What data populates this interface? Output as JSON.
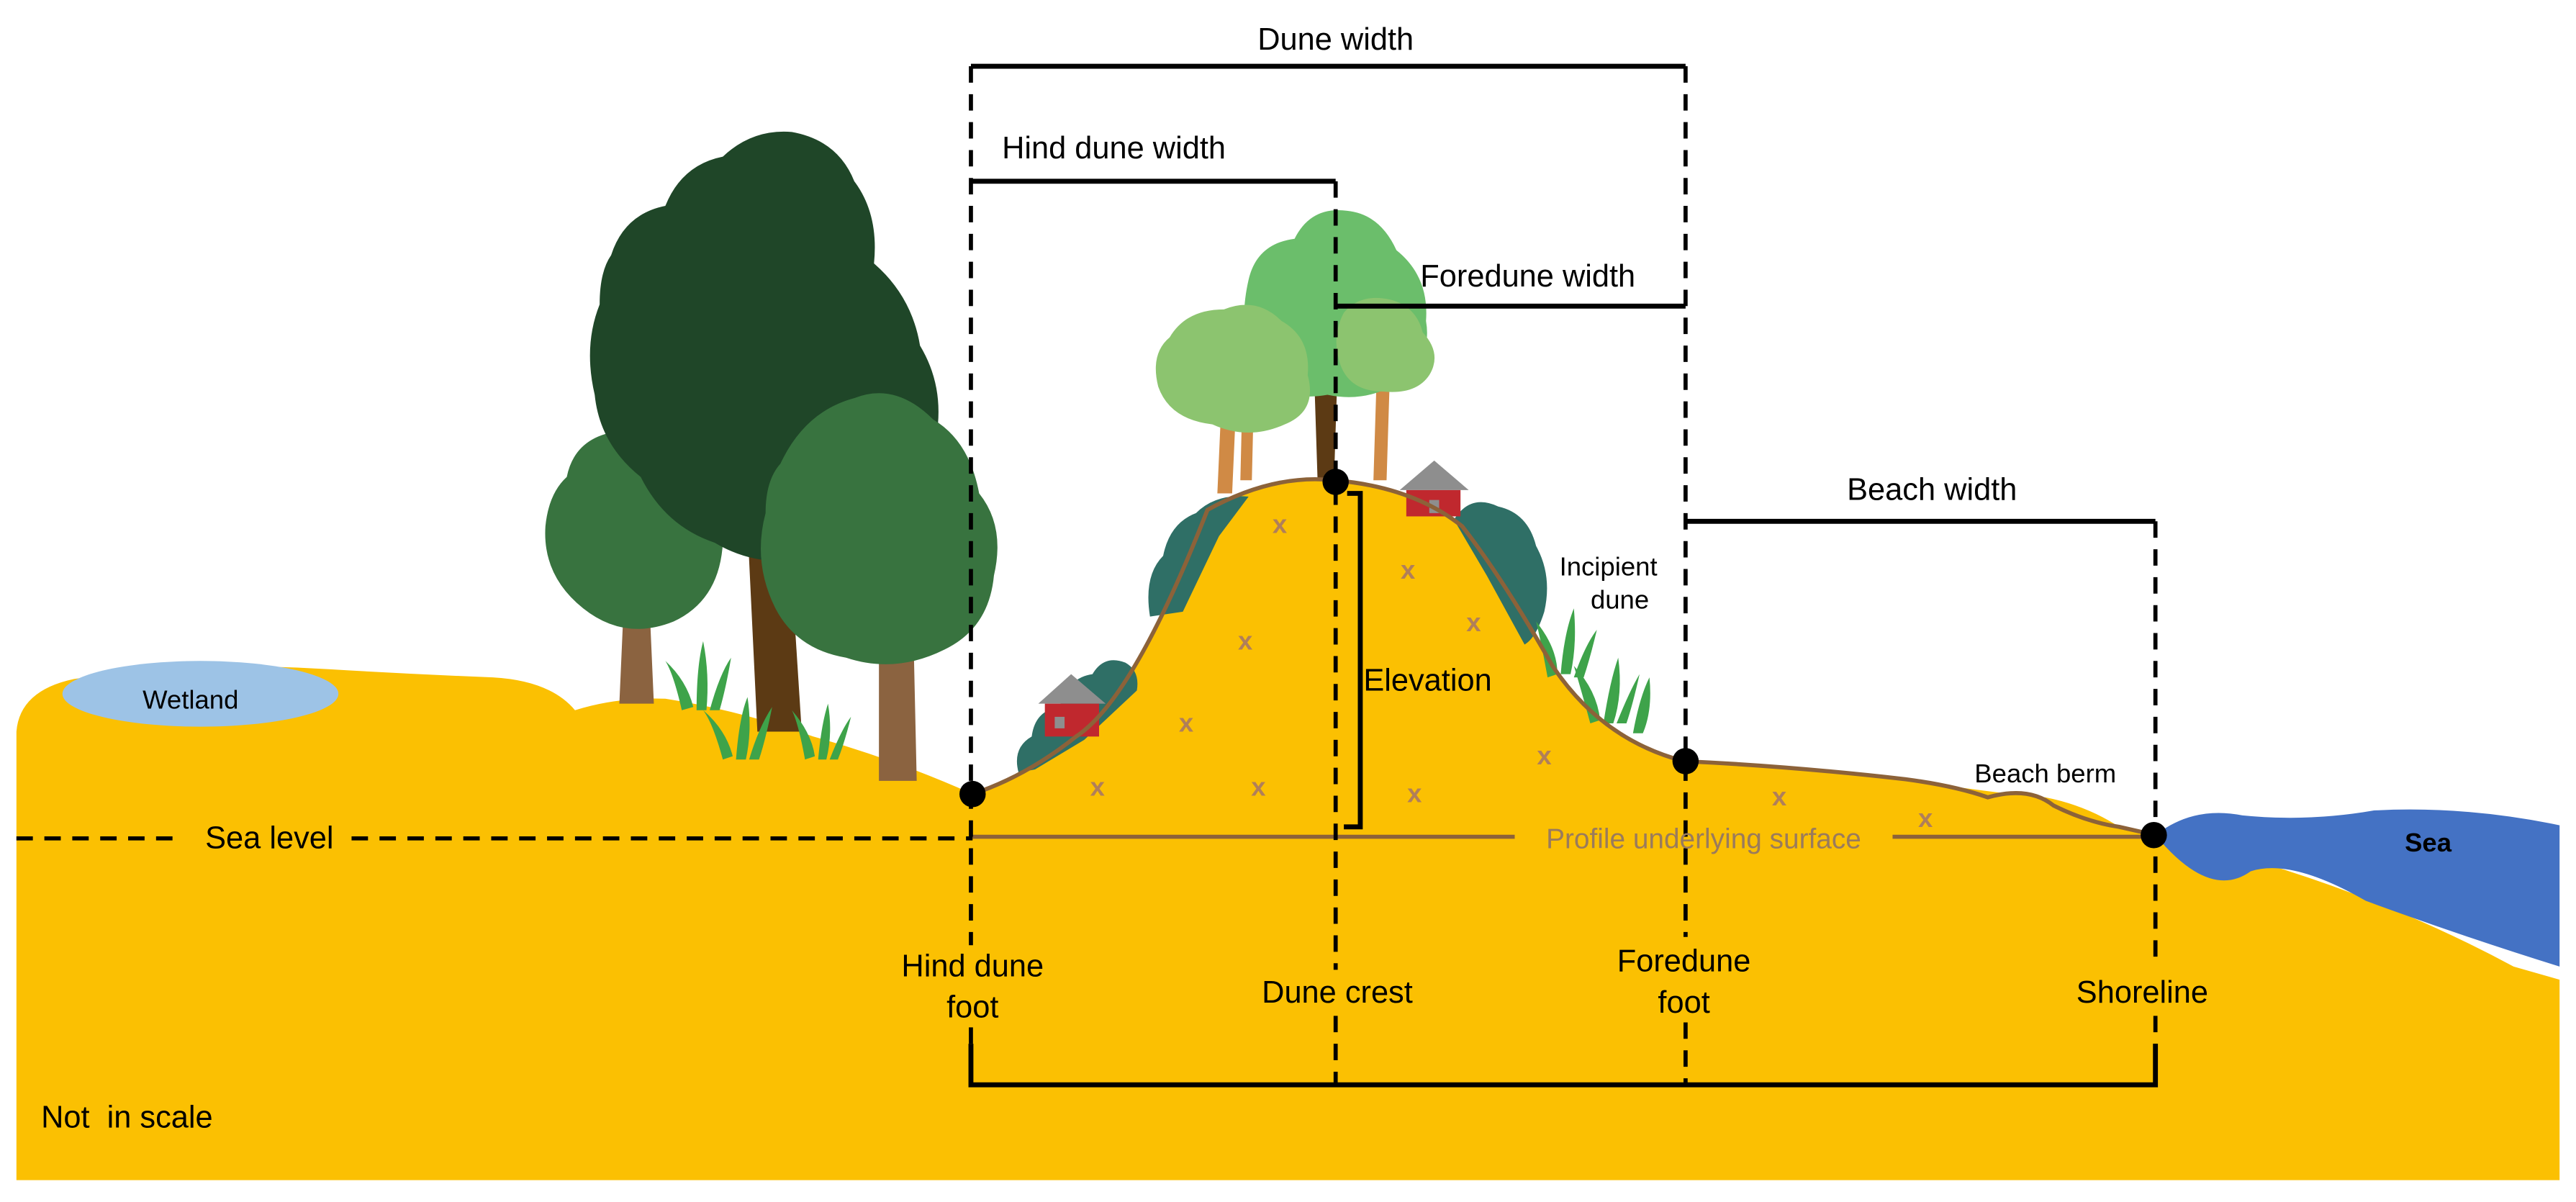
{
  "labels": {
    "dune_width": "Dune width",
    "hind_dune_width": "Hind dune width",
    "foredune_width": "Foredune width",
    "beach_width": "Beach width",
    "incipient_line1": "Incipient",
    "incipient_line2": "dune",
    "elevation": "Elevation",
    "wetland": "Wetland",
    "sea_level": "Sea level",
    "profile_underlying_surface": "Profile underlying surface",
    "beach_berm": "Beach berm",
    "sea": "Sea",
    "hind_dune_foot_line1": "Hind dune",
    "hind_dune_foot_line2": "foot",
    "dune_crest": "Dune crest",
    "foredune_foot_line1": "Foredune",
    "foredune_foot_line2": "foot",
    "shoreline": "Shoreline",
    "not_in_scale": "Not  in scale",
    "vegetation_marker": "x"
  },
  "colors": {
    "sand": "#FBC002",
    "dune_outline": "#8C6239",
    "sea": "#4472C4",
    "wetland": "#9DC3E6",
    "tree_dark": "#1F4628",
    "tree_mid": "#38733F",
    "tree_light": "#8CC46F",
    "tree_bright": "#6BBE6B",
    "trunk_dark": "#5C3A14",
    "trunk_mid": "#8B6340",
    "trunk_light": "#D08A45",
    "shrub": "#2F6F66",
    "house_red": "#C0282E",
    "roof_grey": "#8E8E8E",
    "grass": "#3EA34A",
    "marker": "#B07F5A",
    "profile_text": "#9A7B5C",
    "line": "#000000"
  }
}
